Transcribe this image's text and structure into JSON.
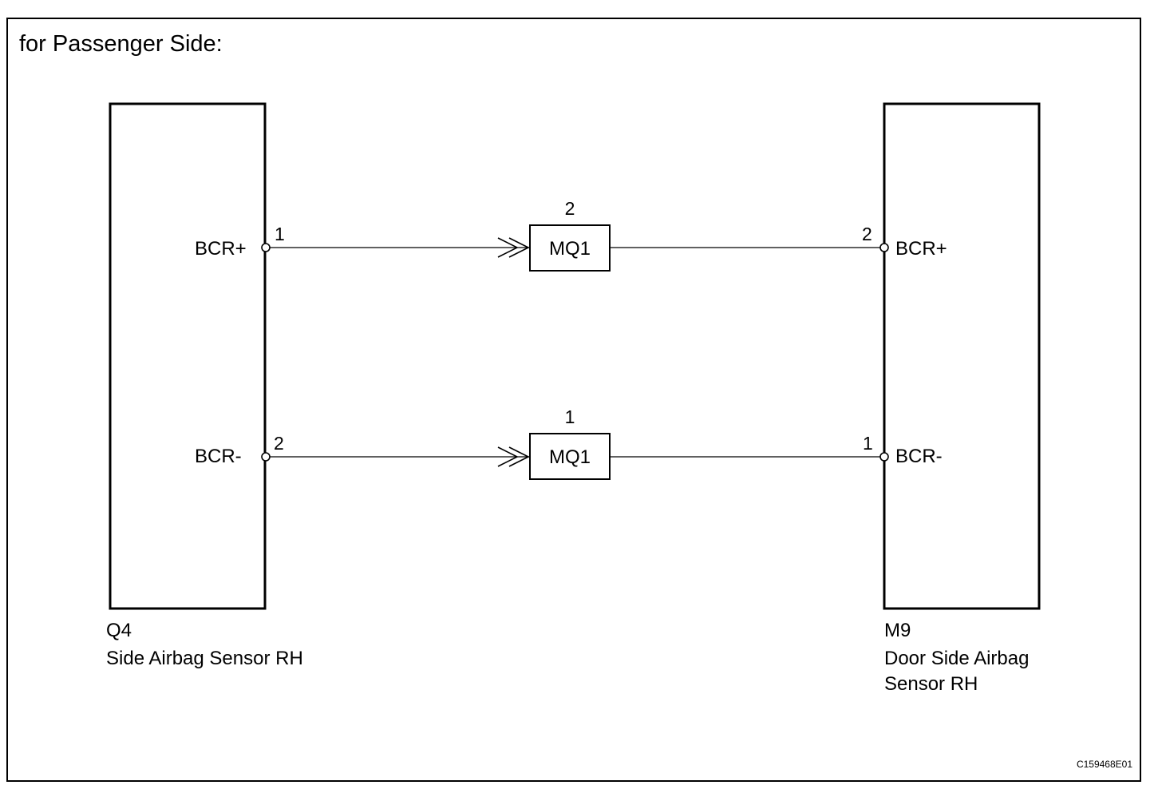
{
  "title": "for Passenger Side:",
  "left_component": {
    "code": "Q4",
    "name": "Side Airbag Sensor RH",
    "terminals": [
      {
        "label": "BCR+",
        "pin": "1"
      },
      {
        "label": "BCR-",
        "pin": "2"
      }
    ]
  },
  "right_component": {
    "code": "M9",
    "name_lines": [
      "Door Side Airbag",
      "Sensor RH"
    ],
    "terminals": [
      {
        "label": "BCR+",
        "pin": "2"
      },
      {
        "label": "BCR-",
        "pin": "1"
      }
    ]
  },
  "connectors": [
    {
      "label": "MQ1",
      "pin": "2"
    },
    {
      "label": "MQ1",
      "pin": "1"
    }
  ],
  "figure_code": "C159468E01"
}
